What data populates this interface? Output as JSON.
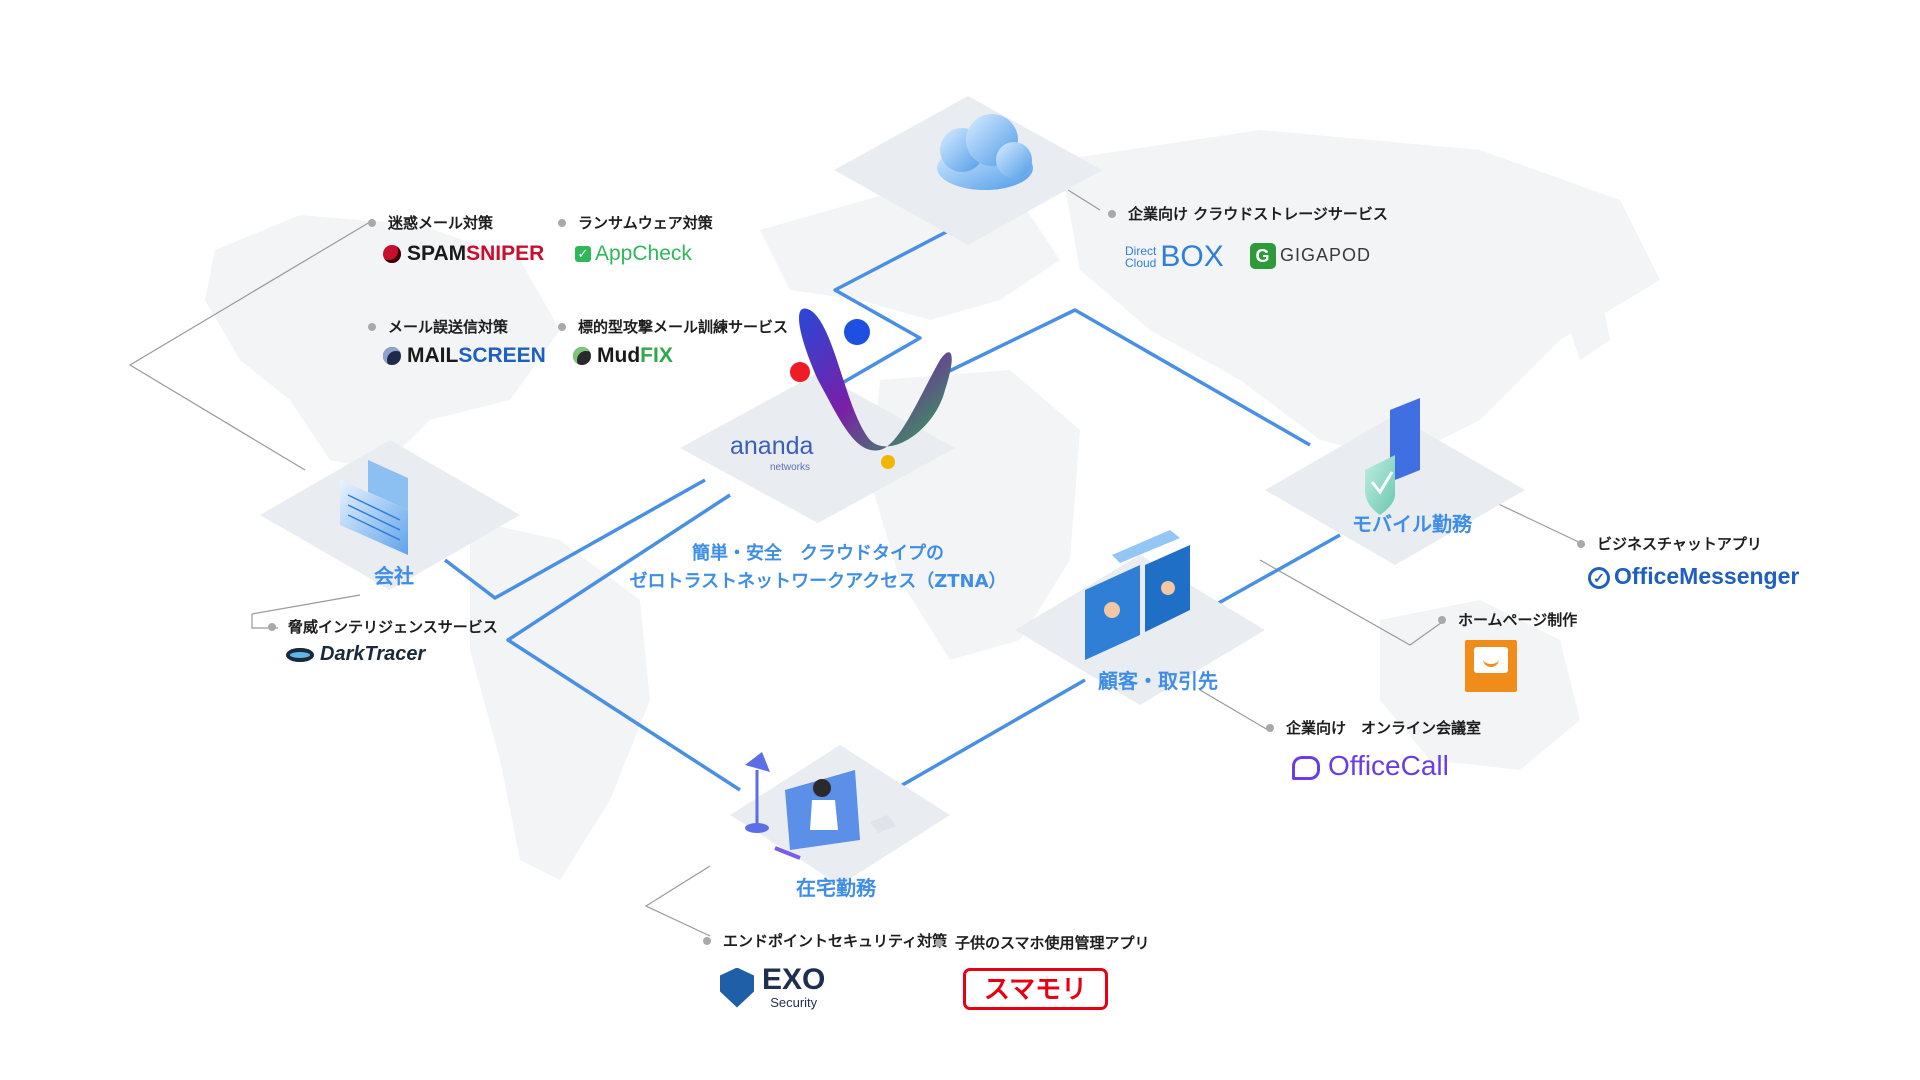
{
  "center": {
    "logo_name": "ananda",
    "logo_sub": "networks",
    "tagline_line1": "簡単・安全　クラウドタイプの",
    "tagline_line2": "ゼロトラストネットワークアクセス（ZTNA）"
  },
  "nodes": {
    "company": "会社",
    "mobile": "モバイル勤務",
    "customer": "顧客・取引先",
    "home": "在宅勤務"
  },
  "services": {
    "spam": {
      "label": "迷惑メール対策",
      "logo": "SPAMSNIPER",
      "logo_a": "SPAM",
      "logo_b": "SNIPER"
    },
    "ransom": {
      "label": "ランサムウェア対策",
      "logo": "AppCheck"
    },
    "mail_err": {
      "label": "メール誤送信対策",
      "logo": "MAILSCREEN",
      "logo_a": "MAIL",
      "logo_b": "SCREEN"
    },
    "targeted": {
      "label": "標的型攻撃メール訓練サービス",
      "logo": "MudFIX",
      "logo_a": "Mud",
      "logo_b": "FIX"
    },
    "cloud_storage": {
      "label": "企業向け クラウドストレージサービス",
      "logo1_small1": "Direct",
      "logo1_small2": "Cloud",
      "logo1_big": "BOX",
      "logo2": "GIGAPOD",
      "logo2_mark": "G"
    },
    "threat": {
      "label": "脅威インテリジェンスサービス",
      "logo": "DarkTracer"
    },
    "chat": {
      "label": "ビジネスチャットアプリ",
      "logo": "OfficeMessenger"
    },
    "homepage": {
      "label": "ホームページ制作"
    },
    "meeting": {
      "label": "企業向け　オンライン会議室",
      "logo": "OfficeCall"
    },
    "endpoint": {
      "label": "エンドポイントセキュリティ対策",
      "logo_big": "EXO",
      "logo_small": "Security"
    },
    "kids": {
      "label": "子供のスマホ使用管理アプリ",
      "logo": "スマモリ"
    }
  },
  "colors": {
    "accent": "#3f8ee6",
    "line_blue": "#4a90e2",
    "connector_gray": "#9a9a9a",
    "spamsniper_red": "#c8102e",
    "appcheck_green": "#2fb75a",
    "gigapod_green": "#2e9a3a",
    "officecall_purple": "#6a3de8",
    "sumamori_red": "#e60012",
    "homepage_orange": "#f08c1a"
  }
}
